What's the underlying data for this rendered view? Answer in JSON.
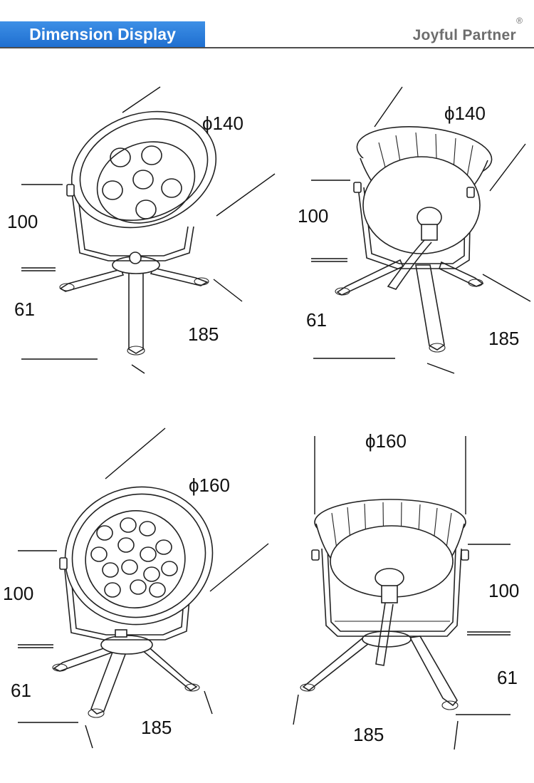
{
  "header": {
    "title": "Dimension Display",
    "brand": "Joyful Partner",
    "registered_mark": "®"
  },
  "colors": {
    "title_bar": "#2a7ad9",
    "title_text": "#ffffff",
    "brand_text": "#6d6d6d",
    "line_art": "#222222"
  },
  "views": [
    {
      "name": "small-front",
      "diameter": "ϕ140",
      "height": "100",
      "base": "61",
      "width": "185"
    },
    {
      "name": "small-back",
      "diameter": "ϕ140",
      "height": "100",
      "base": "61",
      "width": "185"
    },
    {
      "name": "large-front",
      "diameter": "ϕ160",
      "height": "100",
      "base": "61",
      "width": "185"
    },
    {
      "name": "large-back",
      "diameter": "ϕ160",
      "height": "100",
      "base": "61",
      "width": "185"
    }
  ]
}
